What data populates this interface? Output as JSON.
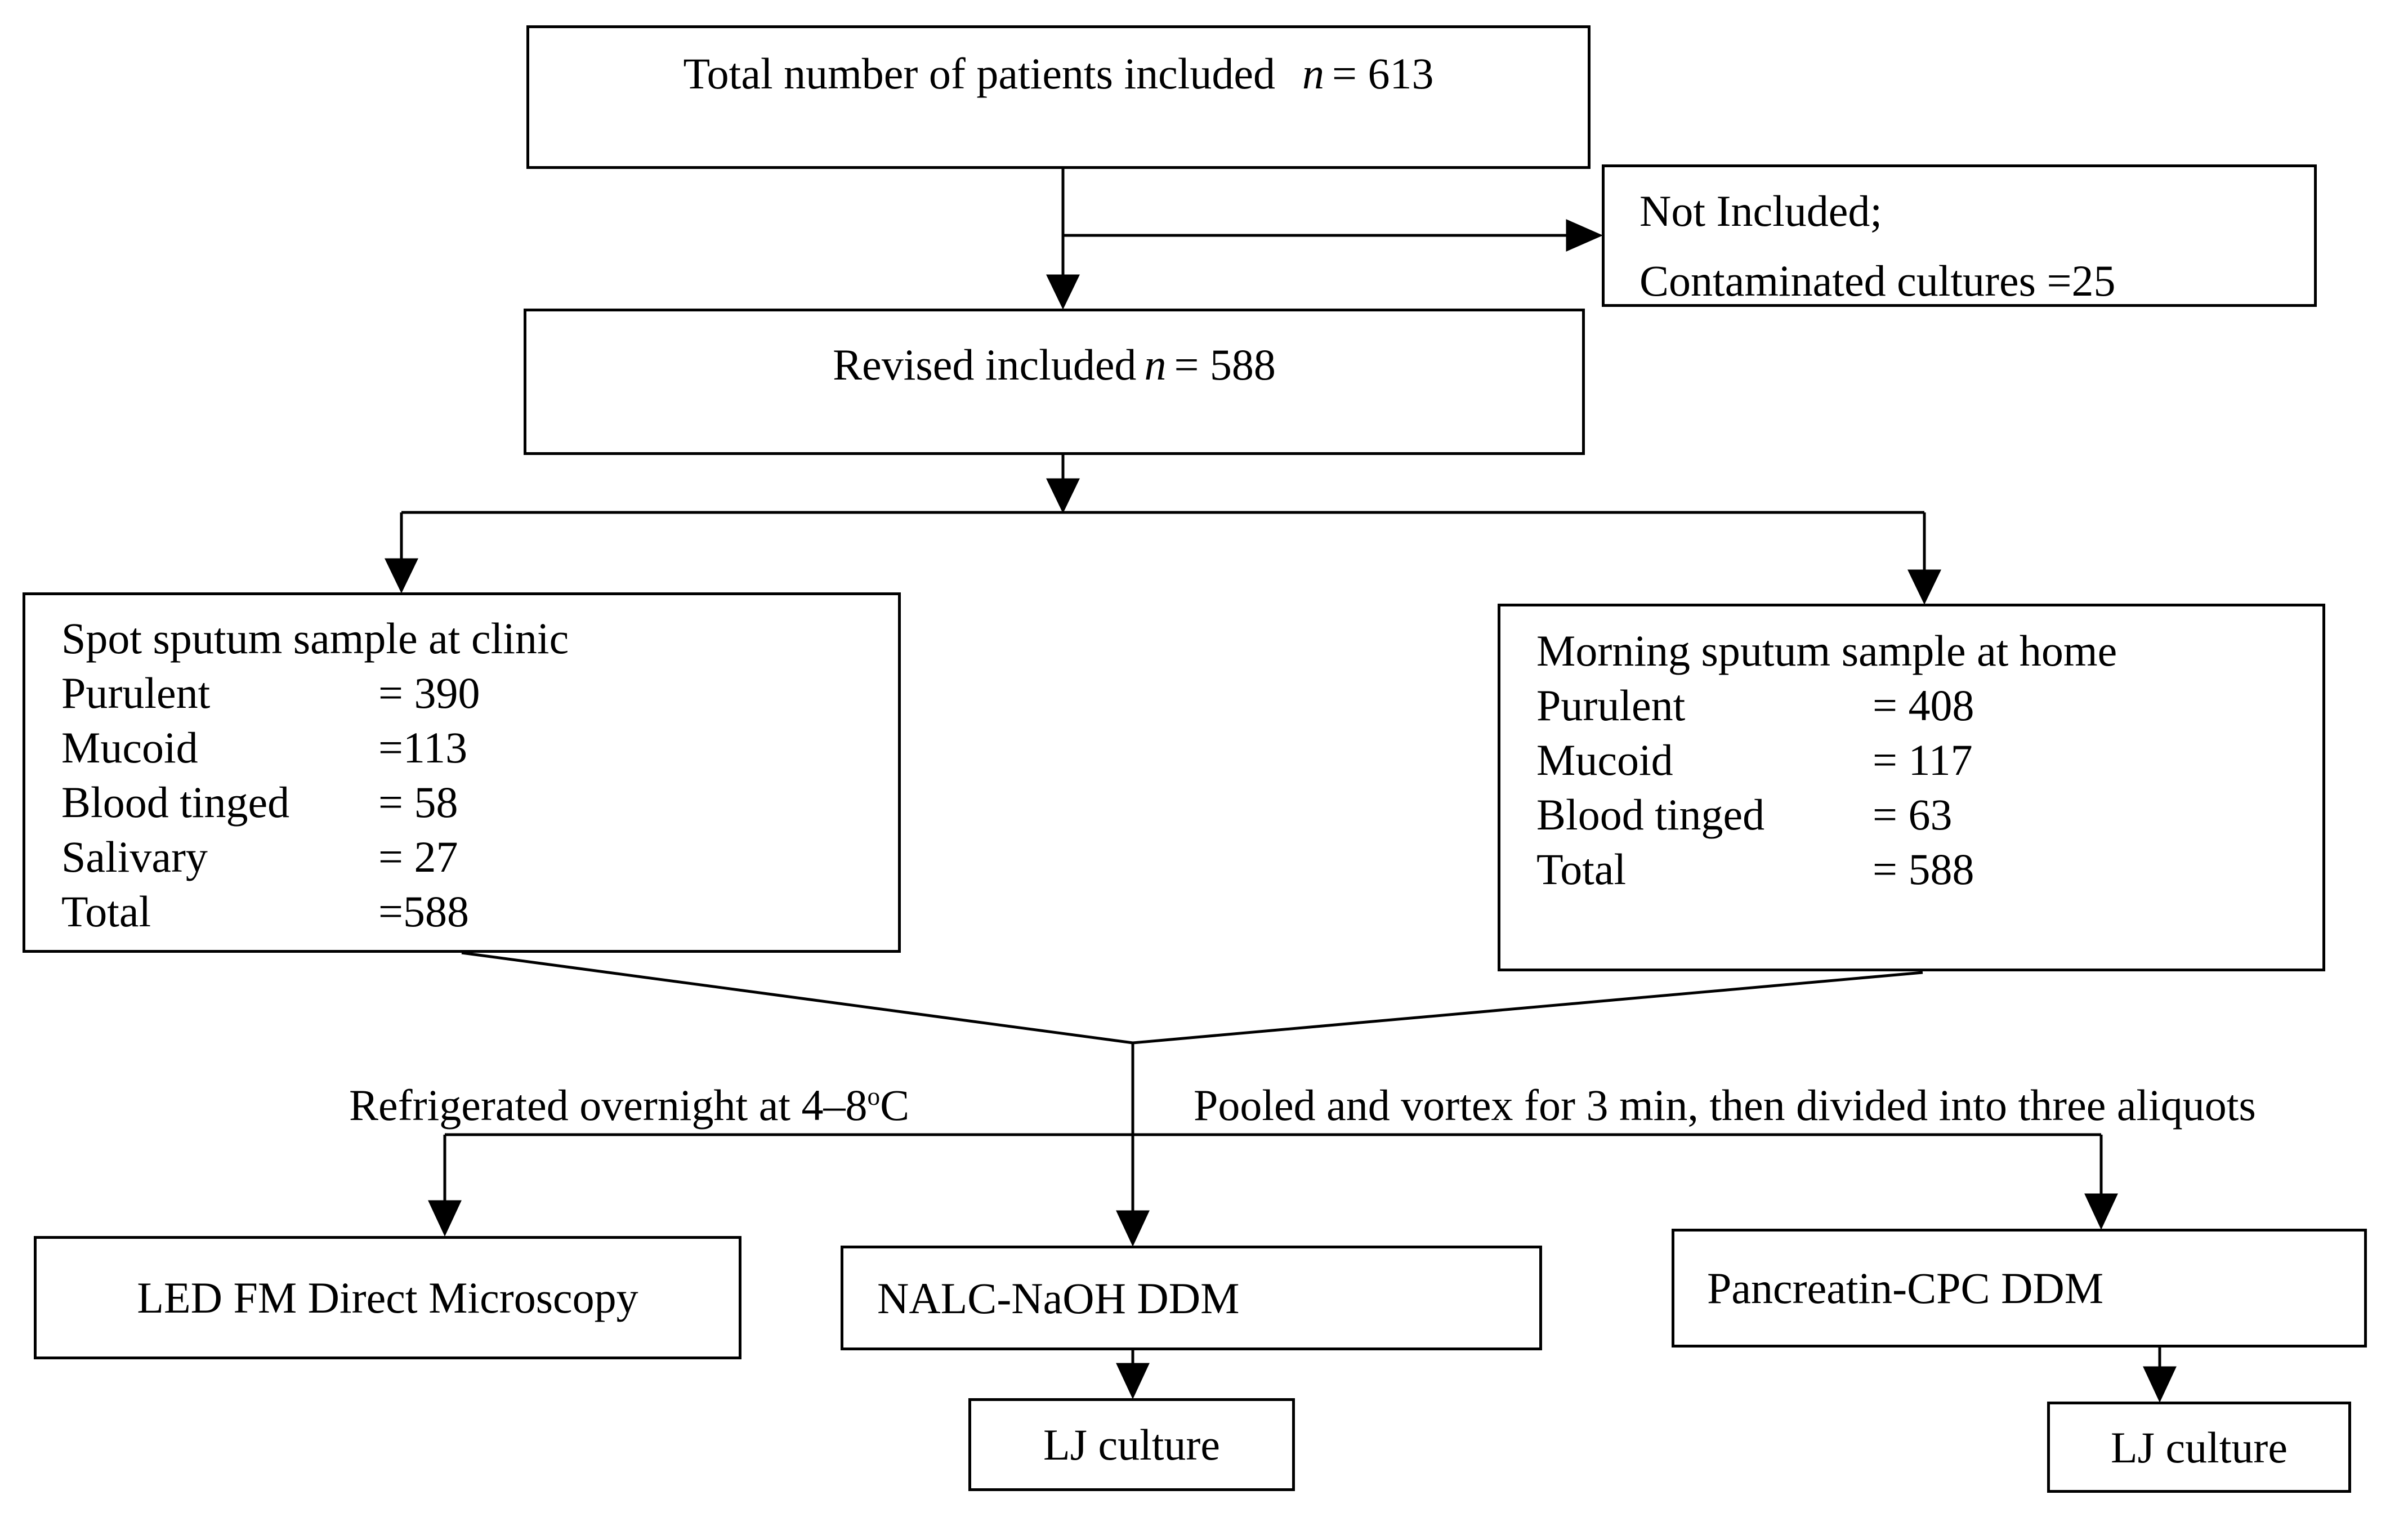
{
  "diagram": {
    "top_box": {
      "text": "Total number of patients included",
      "n_label": "n",
      "value": "= 613"
    },
    "not_included_box": {
      "line1": "Not Included;",
      "line2": "Contaminated cultures =25"
    },
    "revised_box": {
      "text": "Revised included",
      "n_label": "n",
      "value": "= 588"
    },
    "spot_box": {
      "title": "Spot sputum sample at clinic",
      "rows": [
        {
          "label": "Purulent",
          "value": "= 390"
        },
        {
          "label": "Mucoid",
          "value": "=113"
        },
        {
          "label": "Blood tinged",
          "value": "= 58"
        },
        {
          "label": "Salivary",
          "value": "= 27"
        },
        {
          "label": "Total",
          "value": "=588"
        }
      ]
    },
    "morning_box": {
      "title": "Morning sputum sample at home",
      "rows": [
        {
          "label": "Purulent",
          "value": "= 408"
        },
        {
          "label": "Mucoid",
          "value": "= 117"
        },
        {
          "label": "Blood tinged",
          "value": "= 63"
        },
        {
          "label": "Total",
          "value": "= 588"
        }
      ]
    },
    "refrigerated_label": {
      "text": "Refrigerated overnight at 4–8",
      "sup": "o",
      "suffix": "C"
    },
    "pooled_label": "Pooled and vortex for 3 min, then divided into three aliquots",
    "led_box": "LED FM Direct Microscopy",
    "nalc_box": "NALC-NaOH DDM",
    "pancreatin_box": "Pancreatin-CPC DDM",
    "lj_center_box": "LJ culture",
    "lj_right_box": "LJ culture",
    "colors": {
      "line": "#000000",
      "box_border": "#000000",
      "background": "#ffffff"
    }
  }
}
